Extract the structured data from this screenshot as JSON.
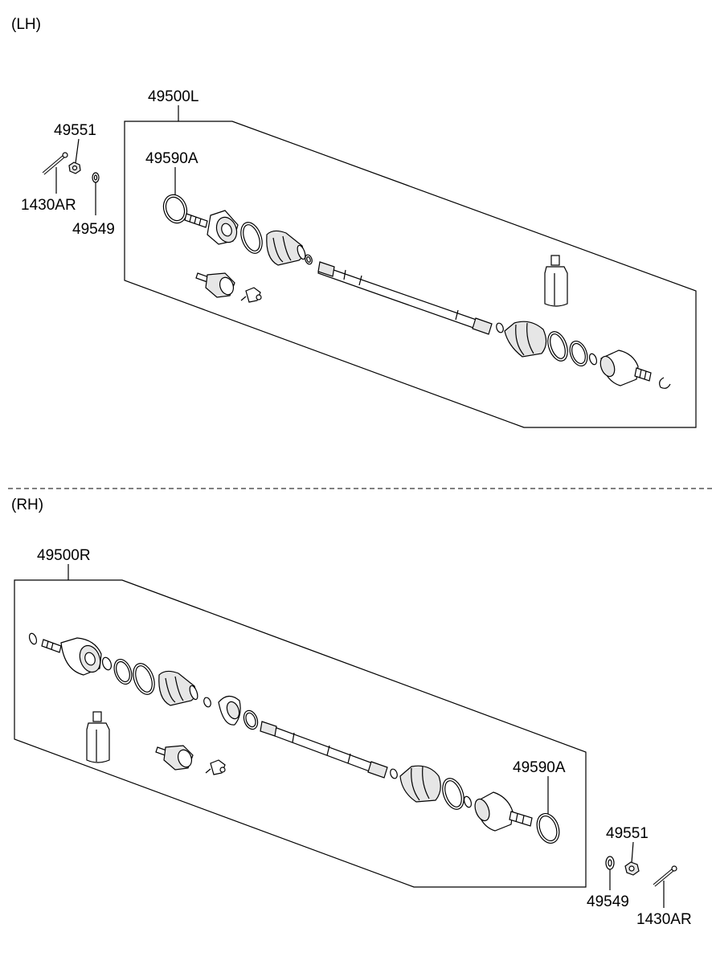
{
  "sections": {
    "lh": {
      "title": "(LH)",
      "assembly_no": "49500L",
      "parts": {
        "boot_band_kit": "49590A",
        "nut": "49551",
        "split_pin": "1430AR",
        "washer": "49549"
      }
    },
    "rh": {
      "title": "(RH)",
      "assembly_no": "49500R",
      "parts": {
        "boot_band_kit": "49590A",
        "nut": "49551",
        "split_pin": "1430AR",
        "washer": "49549"
      }
    }
  }
}
